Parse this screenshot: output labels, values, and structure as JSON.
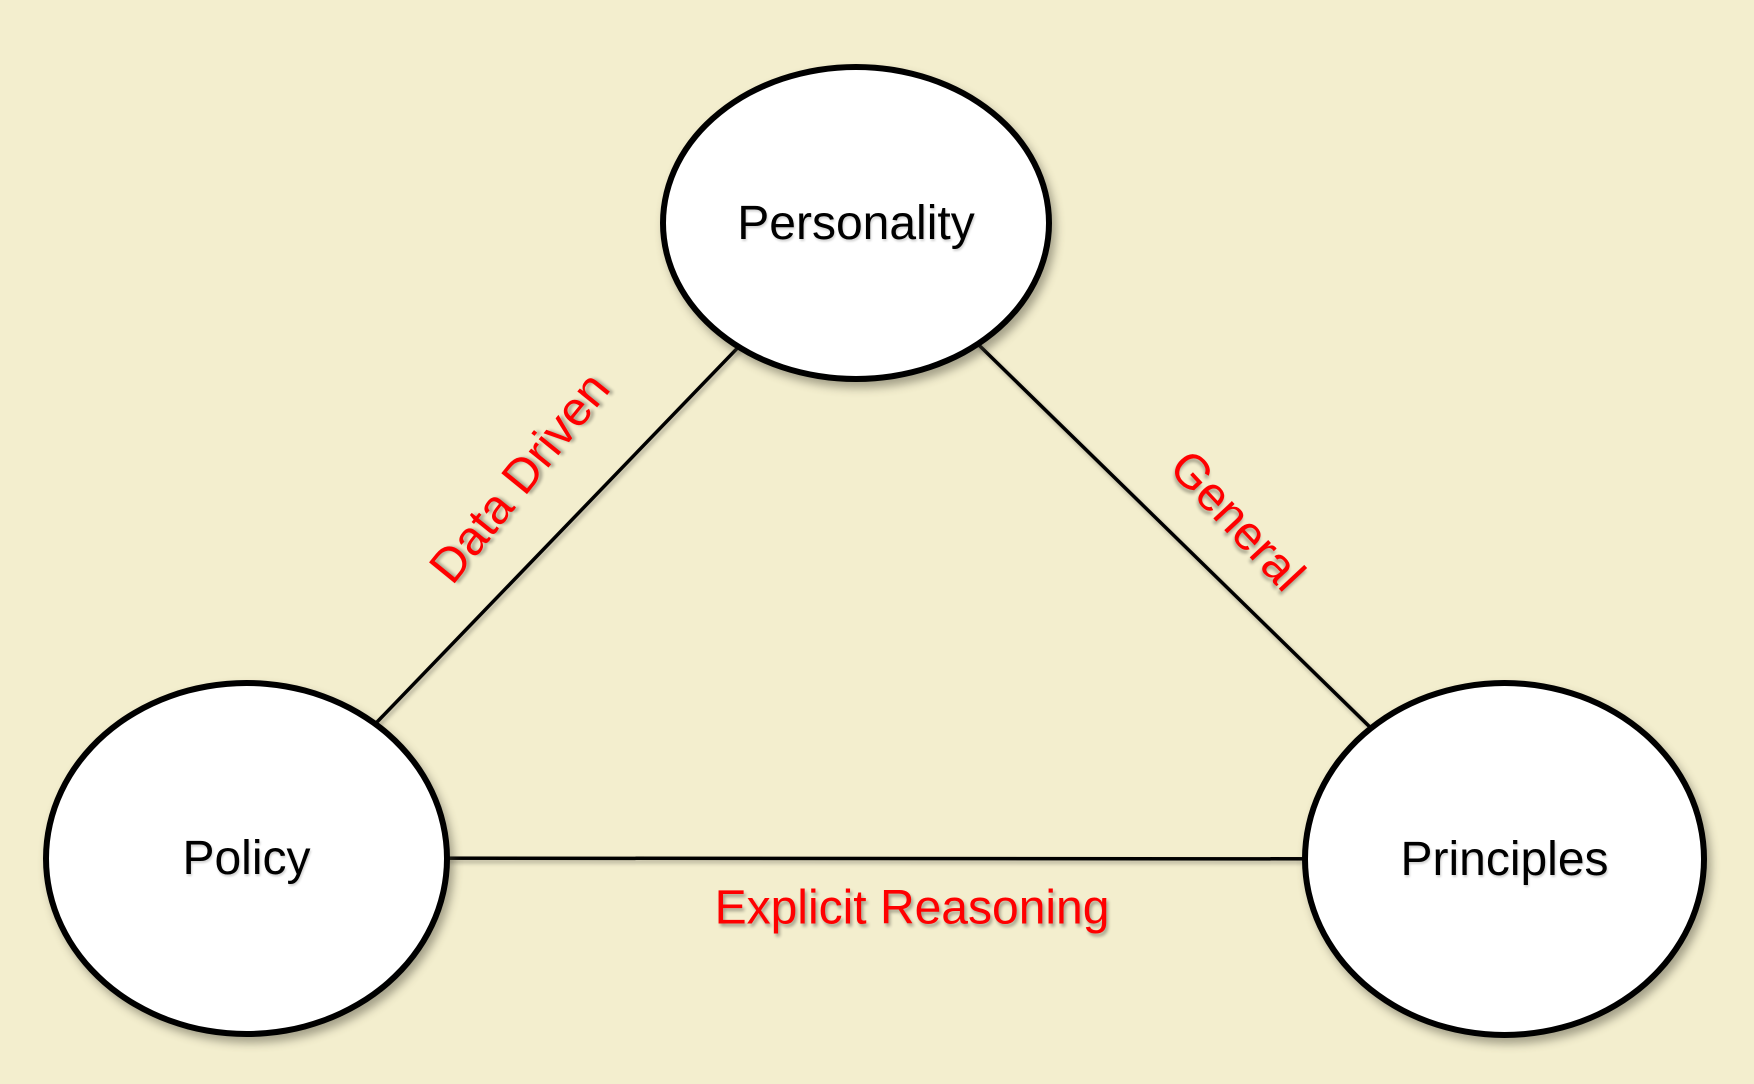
{
  "diagram": {
    "background_color": "#F3EECE",
    "nodes": [
      {
        "id": "personality",
        "label": "Personality"
      },
      {
        "id": "policy",
        "label": "Policy"
      },
      {
        "id": "principles",
        "label": "Principles"
      }
    ],
    "edges": [
      {
        "from": "policy",
        "to": "personality",
        "label": "Data Driven"
      },
      {
        "from": "personality",
        "to": "principles",
        "label": "General"
      },
      {
        "from": "policy",
        "to": "principles",
        "label": "Explicit Reasoning"
      }
    ],
    "colors": {
      "node_fill": "#FFFFFF",
      "node_border": "#000000",
      "node_label": "#000000",
      "edge_line": "#000000",
      "edge_label": "#FF0000"
    }
  }
}
